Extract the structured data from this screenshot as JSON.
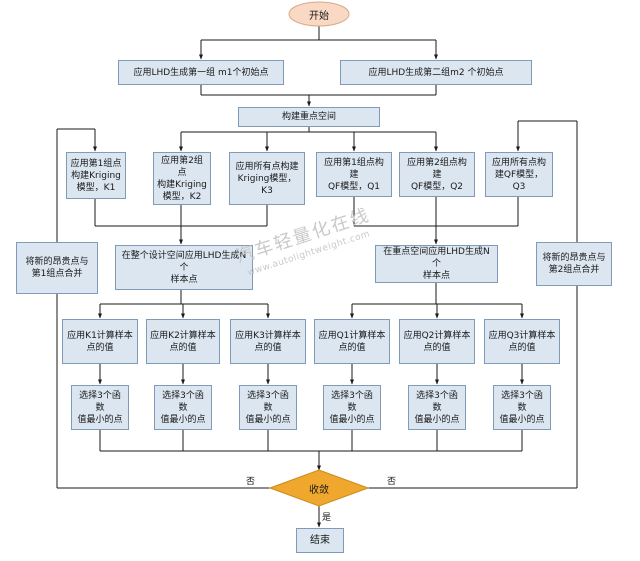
{
  "start": "开始",
  "init_left": "应用LHD生成第一组 m1个初始点",
  "init_right": "应用LHD生成第二组m2 个初始点",
  "build_space": "构建重点空间",
  "models": [
    "应用第1组点\n构建Kriging\n模型，K1",
    "应用第2组点\n构建Kriging\n模型，K2",
    "应用所有点构建\nKriging模型，K3",
    "应用第1组点构建\nQF模型，Q1",
    "应用第2组点构建\nQF模型，Q2",
    "应用所有点构\n建QF模型，Q3"
  ],
  "merge_left": "将新的昂贵点与\n第1组点合并",
  "merge_right": "将新的昂贵点与\n第2组点合并",
  "sample_left": "在整个设计空间应用LHD生成N个\n样本点",
  "sample_right": "在重点空间应用LHD生成N个\n样本点",
  "calcs": [
    "应用K1计算样本\n点的值",
    "应用K2计算样本\n点的值",
    "应用K3计算样本\n点的值",
    "应用Q1计算样本\n点的值",
    "应用Q2计算样本\n点的值",
    "应用Q3计算样本\n点的值"
  ],
  "select": [
    "选择3个函数\n值最小的点",
    "选择3个函数\n值最小的点",
    "选择3个函数\n值最小的点",
    "选择3个函数\n值最小的点",
    "选择3个函数\n值最小的点",
    "选择3个函数\n值最小的点"
  ],
  "converge": "收敛",
  "no_left": "否",
  "no_right": "否",
  "yes": "是",
  "end": "结束",
  "watermark_cn": "汽车轻量化在线",
  "watermark_url": "www.autolightweight.com",
  "colors": {
    "box_fill": "#dbe6f1",
    "box_border": "#7f9bb8",
    "start_fill": "#f9d9c4",
    "decision_fill": "#f0a72e",
    "line": "#1a1a1a"
  }
}
